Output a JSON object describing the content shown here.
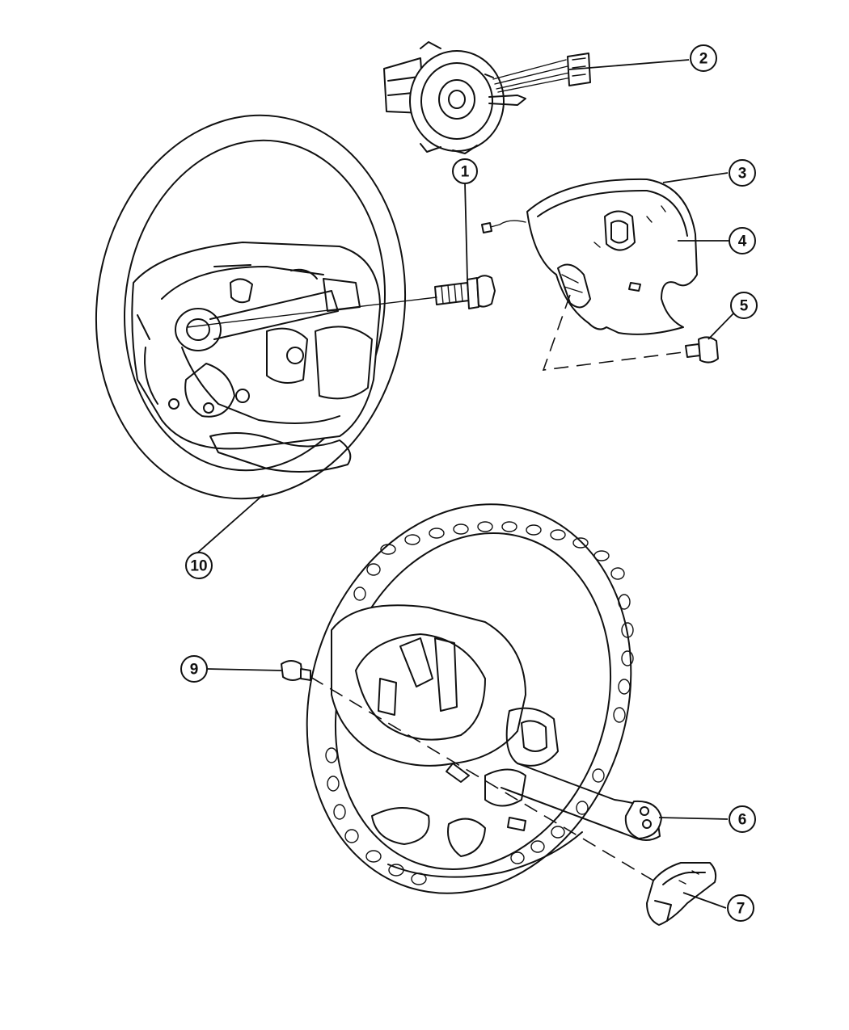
{
  "callouts": [
    {
      "id": "1",
      "label": "1"
    },
    {
      "id": "2",
      "label": "2"
    },
    {
      "id": "3",
      "label": "3"
    },
    {
      "id": "4",
      "label": "4"
    },
    {
      "id": "5",
      "label": "5"
    },
    {
      "id": "6",
      "label": "6"
    },
    {
      "id": "7",
      "label": "7"
    },
    {
      "id": "9",
      "label": "9"
    },
    {
      "id": "10",
      "label": "10"
    }
  ]
}
